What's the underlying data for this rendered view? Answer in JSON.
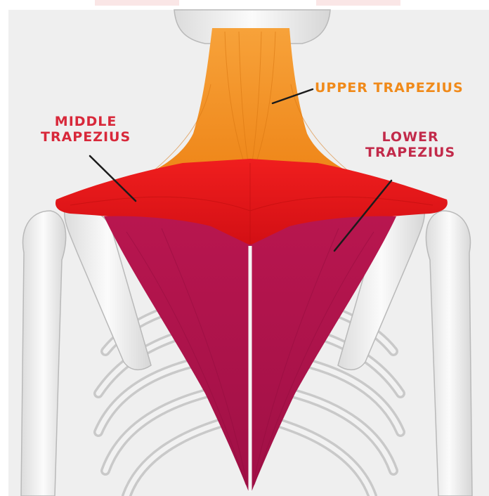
{
  "labels": {
    "upper": {
      "text": "UPPER TRAPEZIUS",
      "color": "#f08a1a"
    },
    "middle": {
      "line1": "MIDDLE",
      "line2": "TRAPEZIUS",
      "color": "#d8283a"
    },
    "lower": {
      "line1": "LOWER",
      "line2": "TRAPEZIUS",
      "color": "#c22a4a"
    }
  },
  "colors": {
    "background": "#efefef",
    "bone": "#f4f4f4",
    "bone_shadow": "#b9b9b9",
    "upper_trapezius": "#f59a2a",
    "middle_trapezius": "#e41414",
    "lower_trapezius": "#b0134d",
    "leader_line": "#1b1b1b"
  },
  "icons": [
    "skeleton-back-illustration",
    "trapezius-muscle"
  ]
}
